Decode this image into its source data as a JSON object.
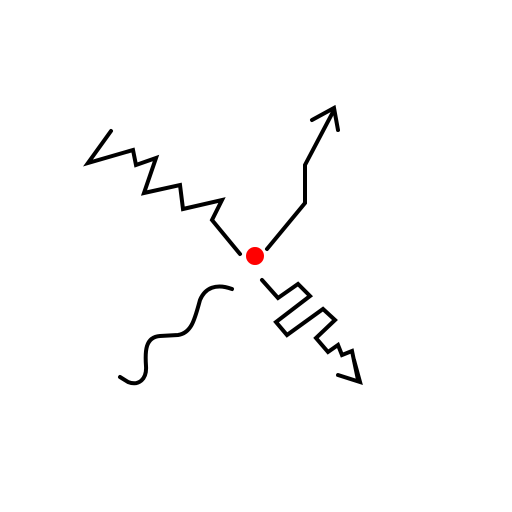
{
  "canvas": {
    "background": "#ffffff",
    "stroke_color": "#000000",
    "accent_color": "#ff0000"
  },
  "diagram": {
    "center_marker": {
      "shape": "dot",
      "color": "#ff0000"
    },
    "strokes": [
      {
        "id": "upper-left",
        "style": "zigzag-spring"
      },
      {
        "id": "upper-right",
        "style": "line-with-arrowhead"
      },
      {
        "id": "lower-right",
        "style": "square-wave-then-zigzag-with-arrowhead"
      },
      {
        "id": "lower-left",
        "style": "wavy-squiggle"
      }
    ]
  }
}
